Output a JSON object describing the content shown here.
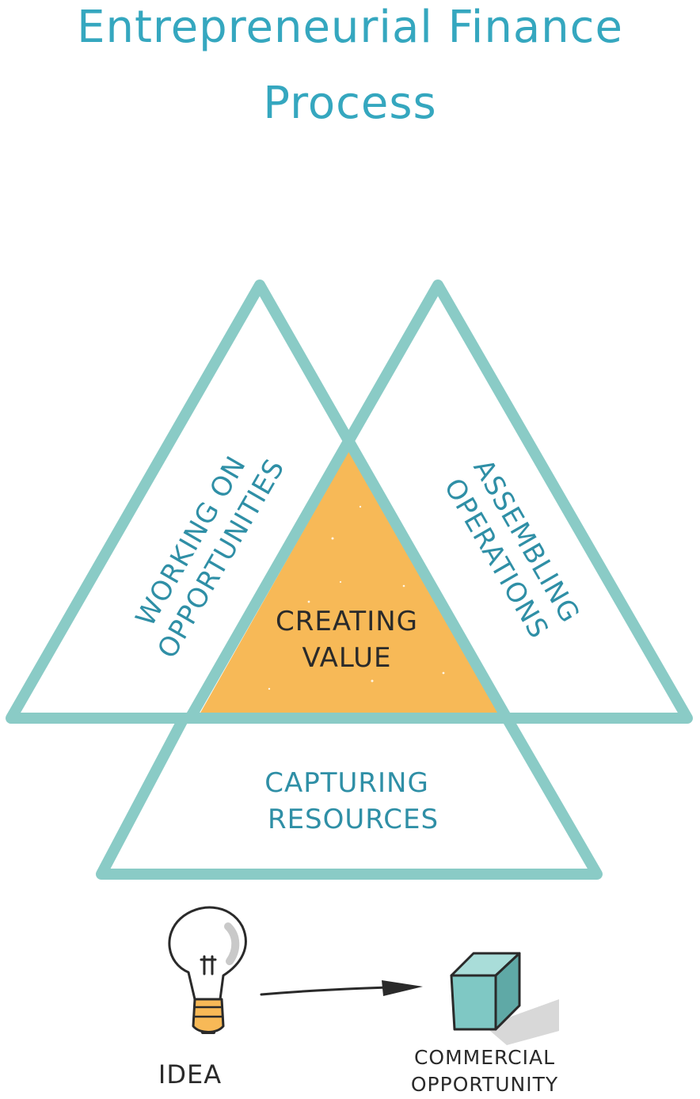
{
  "title": {
    "line1": "Entrepreneurial Finance",
    "line2": "Process"
  },
  "triangles": {
    "left": {
      "line1": "WORKING ON",
      "line2": "OPPORTUNITIES"
    },
    "right": {
      "line1": "ASSEMBLING",
      "line2": "OPERATIONS"
    },
    "bottom": {
      "line1": "CAPTURING",
      "line2": "RESOURCES"
    },
    "center": {
      "line1": "CREATING",
      "line2": "VALUE"
    }
  },
  "flow": {
    "start_label": "IDEA",
    "end_label_line1": "COMMERCIAL",
    "end_label_line2": "OPPORTUNITY",
    "start_icon": "lightbulb-icon",
    "end_icon": "cube-icon"
  },
  "colors": {
    "title": "#35a7bf",
    "triangle_stroke": "#8acbc6",
    "center_fill": "#f7b957",
    "label_teal": "#2f8fa6",
    "cube_face": "#7fc8c4",
    "bulb_base": "#f7b957"
  }
}
